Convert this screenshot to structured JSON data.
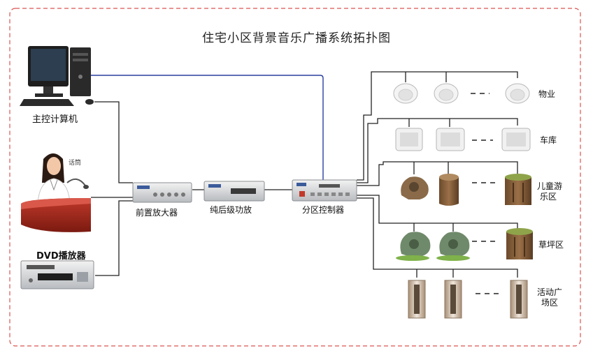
{
  "diagram": {
    "title": "住宅小区背景音乐广播系统拓扑图",
    "sources": {
      "computer": "主控计算机",
      "mic_caption": "话筒",
      "dvd": "DVD播放器"
    },
    "chain": {
      "preamp": "前置放大器",
      "amp": "纯后级功放",
      "zone_controller": "分区控制器"
    },
    "zones": {
      "property": "物业",
      "garage": "车库",
      "playground_line1": "儿童游",
      "playground_line2": "乐区",
      "lawn": "草坪区",
      "plaza_line1": "活动广",
      "plaza_line2": "场区"
    },
    "colors": {
      "frame_border": "#d9534f",
      "wire": "#222222",
      "network_wire": "#2b3f9e"
    }
  }
}
